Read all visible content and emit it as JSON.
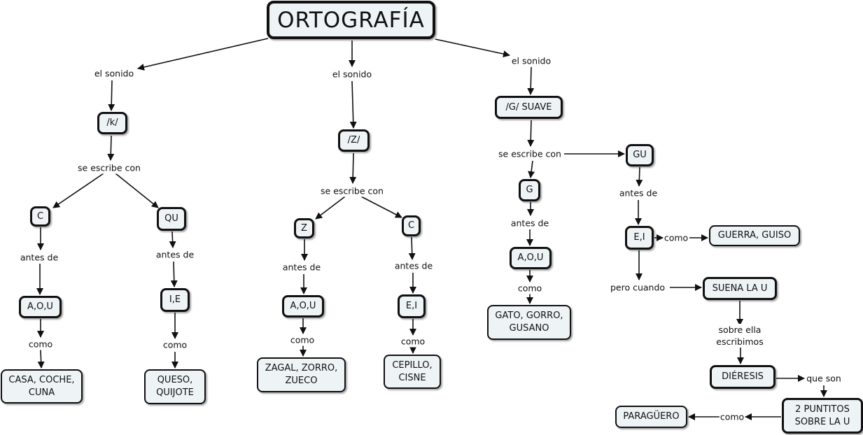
{
  "title": "ORTOGRAFÍA",
  "nodes": {
    "title": "ORTOGRAFÍA",
    "k": "/k/",
    "c1": "C",
    "qu": "QU",
    "aou1": "A,O,U",
    "ie": "I,E",
    "ex_casa": "CASA, COCHE,\nCUNA",
    "ex_queso": "QUESO,\nQUIJOTE",
    "z_sound": "/Z/",
    "z": "Z",
    "c2": "C",
    "aou2": "A,O,U",
    "ei2": "E,I",
    "ex_zagal": "ZAGAL, ZORRO,\nZUECO",
    "ex_cepillo": "CEPILLO,\nCISNE",
    "g_sound": "/G/ SUAVE",
    "g": "G",
    "gu": "GU",
    "aou3": "A,O,U",
    "ex_gato": "GATO, GORRO,\nGUSANO",
    "ei3": "E,I",
    "ex_guerra": "GUERRA, GUISO",
    "suena": "SUENA LA U",
    "dieresis": "DIÉRESIS",
    "puntitos": "2 PUNTITOS\nSOBRE LA U",
    "paraguero": "PARAGÜERO"
  },
  "links": {
    "sonido1": "el sonido",
    "sonido2": "el sonido",
    "sonido3": "el sonido",
    "escribe1": "se escribe con",
    "escribe2": "se escribe con",
    "escribe3": "se escribe con",
    "antes1": "antes de",
    "antes2": "antes de",
    "antes3": "antes de",
    "antes4": "antes de",
    "antes5": "antes de",
    "antes6": "antes de",
    "como1": "como",
    "como2": "como",
    "como3": "como",
    "como4": "como",
    "como5": "como",
    "como6": "como",
    "como7": "como",
    "pero": "pero cuando",
    "sobre": "sobre ella\nescribimos",
    "queson": "que son"
  }
}
